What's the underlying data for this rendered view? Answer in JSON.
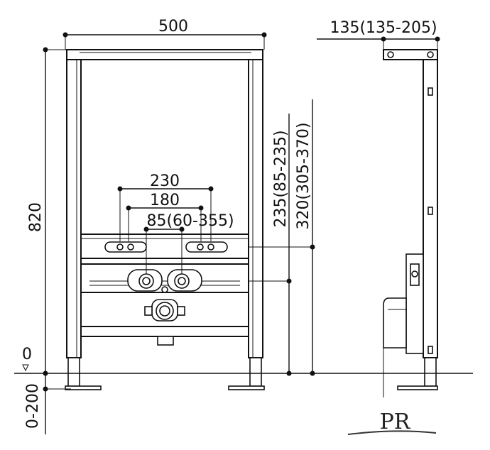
{
  "dimensions": {
    "frame_width": "500",
    "side_depth": "135(135-205)",
    "height": "820",
    "spacing_outer": "230",
    "spacing_middle": "180",
    "spacing_inner": "85(60-355)",
    "height_connection": "235(85-235)",
    "height_drain": "320(305-370)",
    "floor_zero": "0",
    "floor_range": "0-200"
  },
  "brand": {
    "logo_text": "PR"
  }
}
